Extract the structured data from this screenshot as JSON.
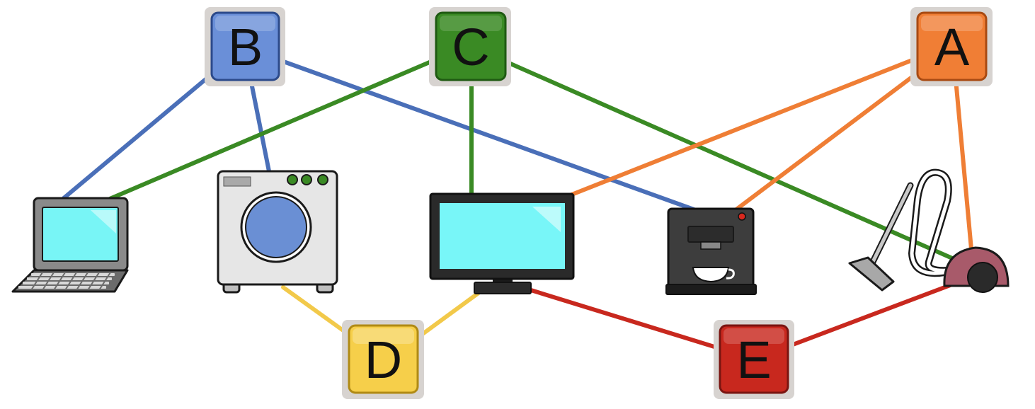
{
  "diagram": {
    "nodes": [
      {
        "id": "B",
        "label": "B",
        "color": "#6a8fd8"
      },
      {
        "id": "C",
        "label": "C",
        "color": "#3a8a24"
      },
      {
        "id": "A",
        "label": "A",
        "color": "#f07e35"
      },
      {
        "id": "D",
        "label": "D",
        "color": "#f6cf4a"
      },
      {
        "id": "E",
        "label": "E",
        "color": "#c8281e"
      }
    ],
    "devices": [
      {
        "id": "laptop",
        "icon": "laptop-icon"
      },
      {
        "id": "washing-machine",
        "icon": "washing-machine-icon"
      },
      {
        "id": "tv",
        "icon": "tv-icon"
      },
      {
        "id": "coffee-machine",
        "icon": "coffee-machine-icon"
      },
      {
        "id": "vacuum",
        "icon": "vacuum-cleaner-icon"
      }
    ],
    "edges": [
      {
        "from": "B",
        "to": "laptop",
        "color": "#4a6fb8"
      },
      {
        "from": "B",
        "to": "washing-machine",
        "color": "#4a6fb8"
      },
      {
        "from": "B",
        "to": "coffee-machine",
        "color": "#4a6fb8"
      },
      {
        "from": "C",
        "to": "laptop",
        "color": "#3a8a24"
      },
      {
        "from": "C",
        "to": "tv",
        "color": "#3a8a24"
      },
      {
        "from": "C",
        "to": "vacuum",
        "color": "#3a8a24"
      },
      {
        "from": "A",
        "to": "tv",
        "color": "#ef7e35"
      },
      {
        "from": "A",
        "to": "coffee-machine",
        "color": "#ef7e35"
      },
      {
        "from": "A",
        "to": "vacuum",
        "color": "#ef7e35"
      },
      {
        "from": "D",
        "to": "washing-machine",
        "color": "#f2c94a"
      },
      {
        "from": "D",
        "to": "tv",
        "color": "#f2c94a"
      },
      {
        "from": "E",
        "to": "tv",
        "color": "#c8281e"
      },
      {
        "from": "E",
        "to": "vacuum",
        "color": "#c8281e"
      }
    ]
  }
}
